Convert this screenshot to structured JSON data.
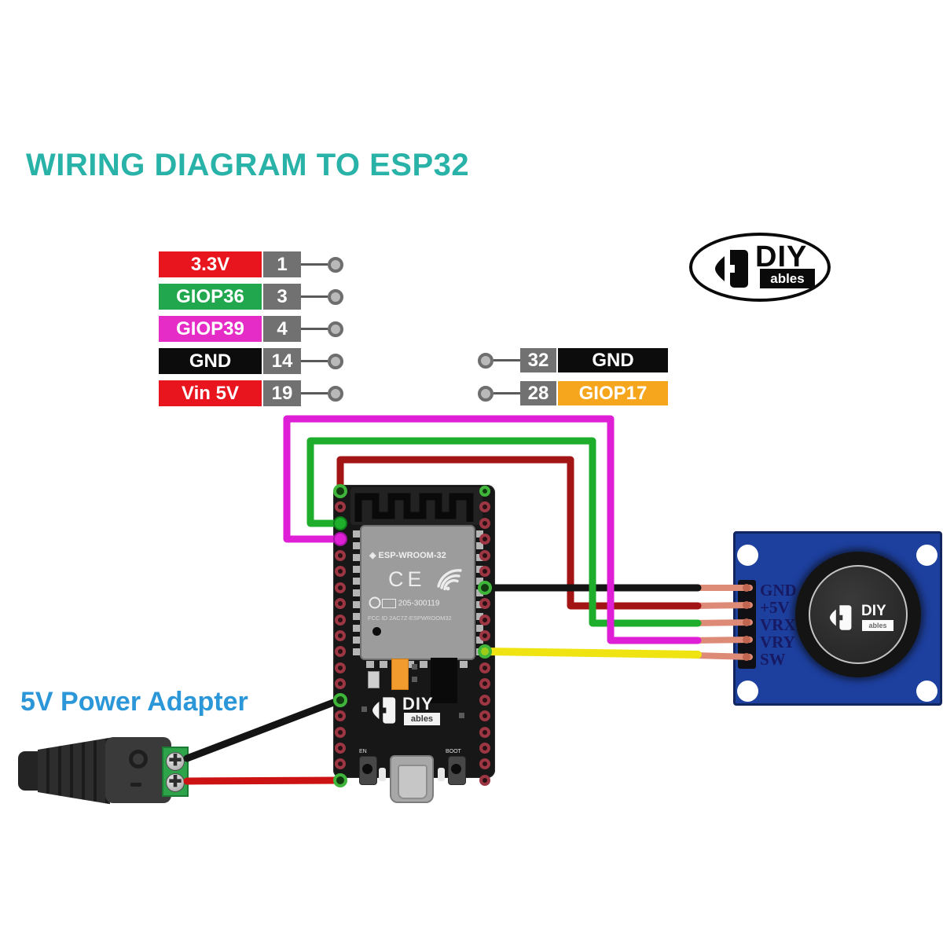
{
  "title": "WIRING DIAGRAM TO ESP32",
  "brand": {
    "line1": "DIY",
    "line2": "ables"
  },
  "left_pins": [
    {
      "label": "3.3V",
      "pin": "1",
      "color": "#e8141e"
    },
    {
      "label": "GIOP36",
      "pin": "3",
      "color": "#21a84e"
    },
    {
      "label": "GIOP39",
      "pin": "4",
      "color": "#e62cc7"
    },
    {
      "label": "GND",
      "pin": "14",
      "color": "#0c0c0c"
    },
    {
      "label": "Vin 5V",
      "pin": "19",
      "color": "#e8141e"
    }
  ],
  "right_pins": [
    {
      "pin": "32",
      "label": "GND",
      "color": "#0c0c0c"
    },
    {
      "pin": "28",
      "label": "GIOP17",
      "color": "#f5a61d"
    }
  ],
  "esp32": {
    "module_name": "ESP-WROOM-32",
    "cert_mark": "CE",
    "serial": "205-300119",
    "fcc_line": "FCC ID 2AC7Z-ESPWROOM32",
    "logo_line1": "DIY",
    "logo_line2": "ables",
    "button_left": "EN",
    "button_right": "BOOT",
    "pins_per_side": 19,
    "connected_left": [
      1,
      3,
      4,
      14,
      19
    ],
    "connected_right": [
      32,
      28
    ],
    "green_right_extra": [
      38
    ]
  },
  "joystick": {
    "pin_labels": [
      "GND",
      "+5V",
      "VRX",
      "VRY",
      "SW"
    ],
    "logo_line1": "DIY",
    "logo_line2": "ables"
  },
  "power_adapter": {
    "label": "5V Power Adapter"
  },
  "colors": {
    "title": "#29b2a8",
    "power_label": "#2b96d8",
    "wire_magenta": "#df1fd6",
    "wire_green": "#1eae2c",
    "wire_dark_red": "#a31414",
    "wire_black": "#141414",
    "wire_yellow": "#efe412",
    "wire_power_red": "#cc1212",
    "pin_stub_salmon": "#dd8a77",
    "joystick_board_blue": "#1d3f9d",
    "joystick_label_navy": "#171a63"
  }
}
